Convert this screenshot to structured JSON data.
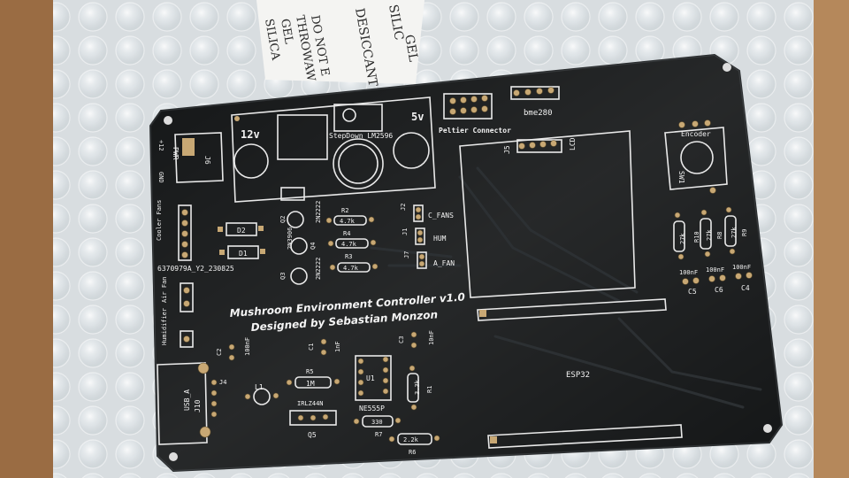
{
  "desiccant_packet": {
    "lines": [
      "SILICA",
      "GEL",
      "THROWAW",
      "DO NOT E",
      "DESICCANT",
      "SILIC",
      "GEL"
    ]
  },
  "board": {
    "title": "Mushroom Environment Controller v1.0",
    "subtitle": "Designed by Sebastian Monzon",
    "labels": {
      "v12": "12v",
      "v5": "5v",
      "stepdown": "StepDown_LM2596",
      "peltier": "Peltier Connector",
      "bme280": "bme280",
      "j5": "J5",
      "lcd": "LCD",
      "encoder": "Encoder",
      "sw1": "SW1",
      "pwr": "PWR",
      "j6": "J6",
      "plus12": "+12",
      "gnd": "GND",
      "cooler_fans": "Cooler Fans",
      "air_fan": "Air Fan",
      "humidifier": "Humidifier",
      "part_no": "6370979A_Y2_230825",
      "d2": "D2",
      "d1": "D1",
      "q2": "Q2",
      "q4": "Q4",
      "q3": "Q3",
      "q_part_a": "2N2222",
      "q_part_b": "2N3906",
      "q_part_c": "2N2222",
      "r2": "R2",
      "r4": "R4",
      "r3": "R3",
      "r_4k7_a": "4.7k",
      "r_4k7_b": "4.7k",
      "r_4k7_c": "4.7k",
      "j2": "J2",
      "j1": "J1",
      "j7": "J7",
      "c_fans": "C_FANS",
      "hum": "HUM",
      "a_fan": "A_FAN",
      "r10": "R10",
      "r8": "R8",
      "r9": "R9",
      "r_27k_a": "27k",
      "r_27k_b": "27k",
      "r_27k_c": "27k",
      "cap_100nf_a": "100nF",
      "cap_100nf_b": "100nF",
      "cap_100nf_c": "100nF",
      "c5": "C5",
      "c6": "C6",
      "c4": "C4",
      "c2": "C2",
      "c2_val": "100nF",
      "c1": "C1",
      "c1_val": "1nF",
      "c3": "C3",
      "c3_val": "10nF",
      "r5": "R5",
      "r5_val": "1M",
      "u1": "U1",
      "ne555": "NE555P",
      "r1": "R1",
      "r1_val": "3.3k",
      "l1": "L1",
      "irlz": "IRLZ44N",
      "q5": "Q5",
      "r7_val": "330",
      "r7": "R7",
      "r6_val": "2.2k",
      "r6": "R6",
      "usb": "USB_A",
      "j10": "J10",
      "j4": "J4",
      "esp32": "ESP32"
    }
  },
  "colors": {
    "box": "#a7794f",
    "board": "#141617",
    "silkscreen": "#f2f2f2",
    "pad": "#c8a874"
  }
}
